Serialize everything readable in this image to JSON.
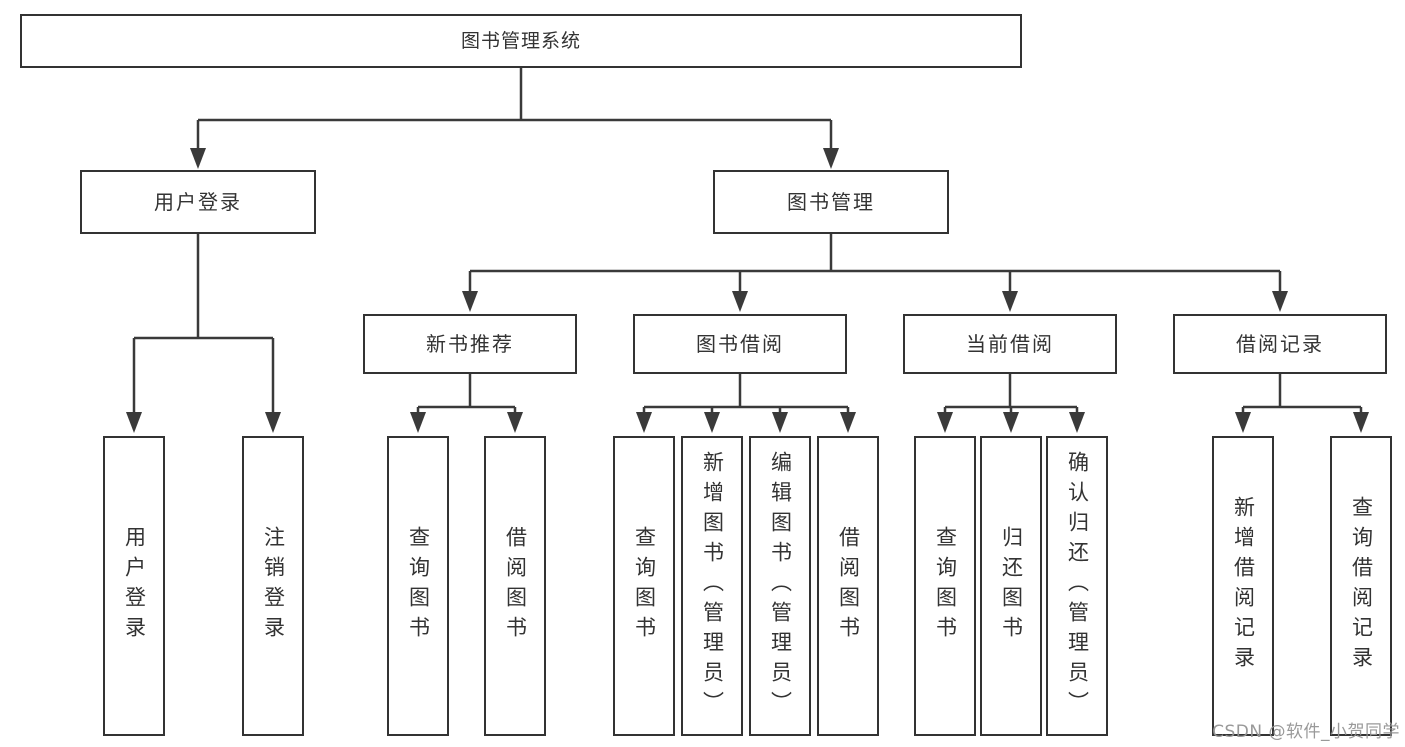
{
  "diagram": {
    "root": {
      "label": "图书管理系统"
    },
    "level1": {
      "user_login": {
        "label": "用户登录"
      },
      "book_management": {
        "label": "图书管理"
      }
    },
    "level2": {
      "new_book_recommend": {
        "label": "新书推荐"
      },
      "book_borrowing": {
        "label": "图书借阅"
      },
      "current_borrowing": {
        "label": "当前借阅"
      },
      "borrowing_records": {
        "label": "借阅记录"
      }
    },
    "leaves": {
      "user_login_group": [
        "用户登录",
        "注销登录"
      ],
      "new_book_group": [
        "查询图书",
        "借阅图书"
      ],
      "book_borrowing_group": [
        "查询图书",
        "新增图书（管理员）",
        "编辑图书（管理员）",
        "借阅图书"
      ],
      "current_borrowing_group": [
        "查询图书",
        "归还图书",
        "确认归还（管理员）"
      ],
      "borrowing_records_group": [
        "新增借阅记录",
        "查询借阅记录"
      ]
    },
    "colors": {
      "line": "#3a3a3a",
      "border": "#333333",
      "text": "#333333",
      "background": "#ffffff",
      "watermark": "#949494"
    },
    "watermark": "CSDN @软件_小贺同学"
  }
}
